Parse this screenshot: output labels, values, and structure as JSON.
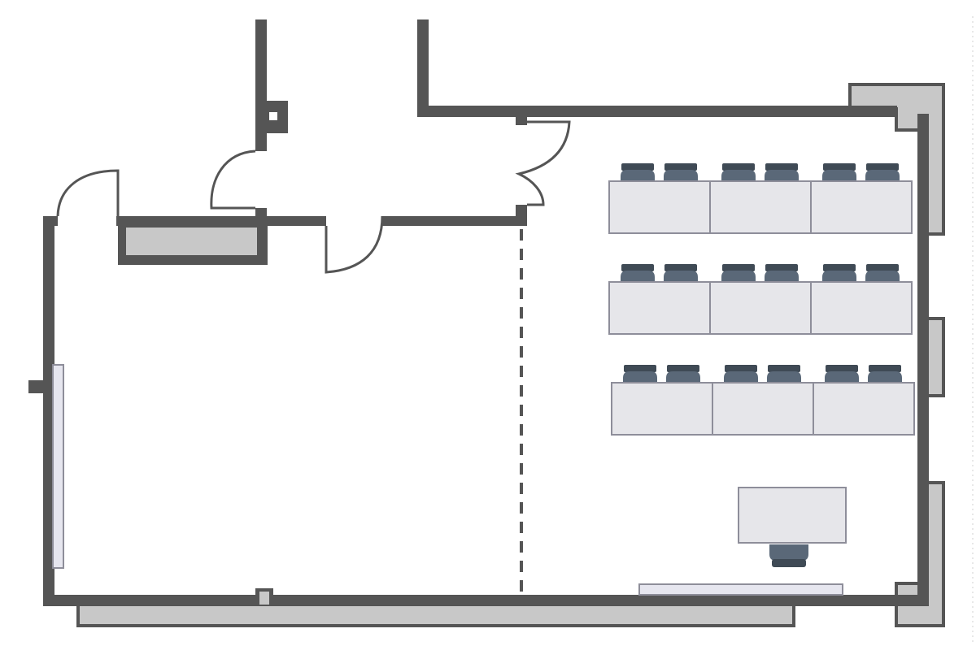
{
  "diagram": {
    "kind": "floor-plan",
    "colors": {
      "wall": "#555555",
      "column": "#c8c8c8",
      "desk": "#e6e6ea",
      "desk_outline": "#8e8e9a",
      "chair_back": "#3f4a55",
      "chair_seat": "#5a6878",
      "board": "#e6e6ef"
    },
    "student_desk_rows": 3,
    "desks_per_row": 3,
    "chairs_per_desk": 2,
    "teacher_desks": 1,
    "doors": 4,
    "partition": "dashed"
  }
}
